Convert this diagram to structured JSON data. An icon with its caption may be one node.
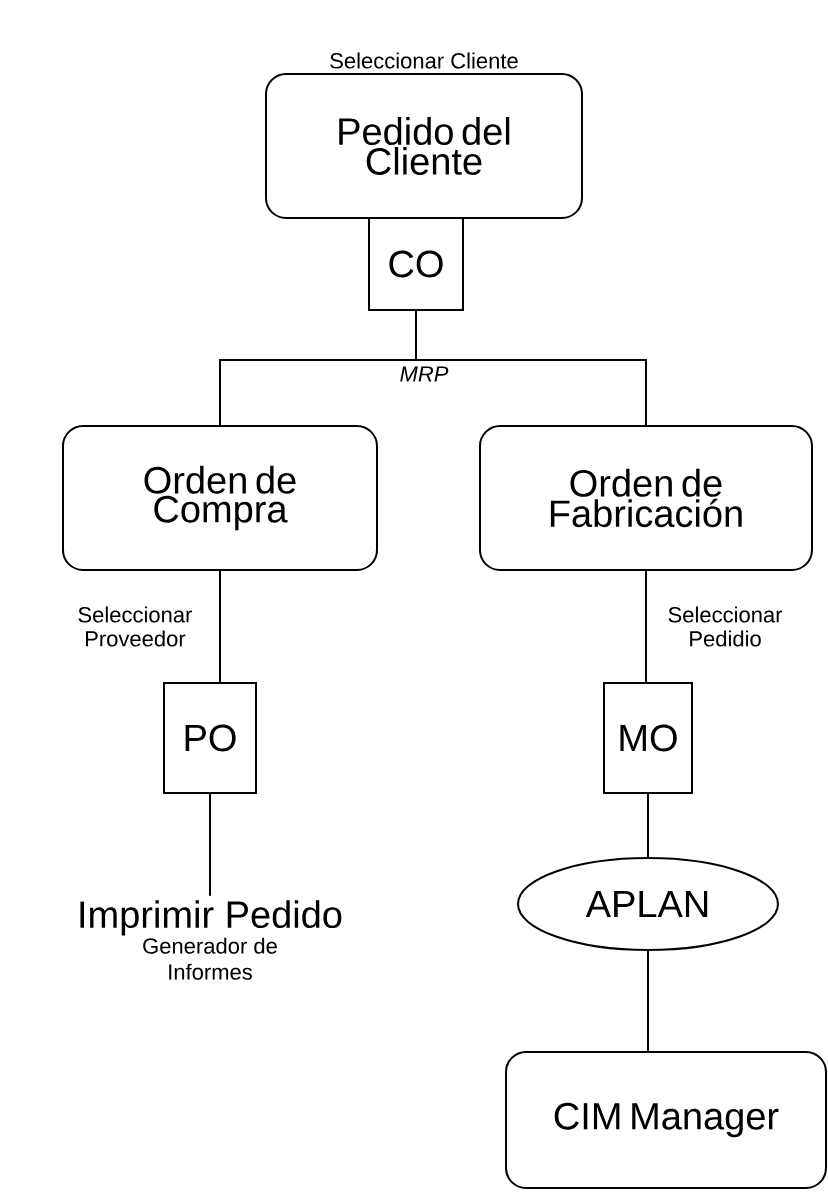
{
  "diagram": {
    "nodes": [
      {
        "text": [
          "Pedido del Cliente"
        ],
        "beside": [
          "Seleccionar Cliente"
        ]
      },
      {
        "text": [
          "CO"
        ]
      },
      {
        "text": [
          "Orden de Compra"
        ]
      },
      {
        "text": [
          "Orden de Fabricación"
        ]
      },
      {
        "text": [
          "PO"
        ]
      },
      {
        "text": [
          "MO"
        ]
      },
      {
        "text": [
          "Imprimir Pedido",
          "Generador de Informes"
        ]
      },
      {
        "text": [
          "APLAN"
        ]
      },
      {
        "text": [
          "CIM Manager"
        ]
      }
    ],
    "edges": [
      {
        "from": 1,
        "to": 2,
        "arrow": "none"
      },
      {
        "from": 1,
        "to": 3,
        "arrow": "none"
      },
      {
        "from": 2,
        "to": 4,
        "arrow": "none",
        "label": "Seleccionar Proveedor"
      },
      {
        "from": 4,
        "to": 6,
        "arrow": "none"
      },
      {
        "from": 3,
        "to": 5,
        "arrow": "none",
        "label": "Seleccionar Pedidio"
      },
      {
        "from": 5,
        "to": 7,
        "arrow": "none"
      },
      {
        "from": 7,
        "to": 8,
        "arrow": "none"
      }
    ],
    "labels": [
      "MRP"
    ]
  }
}
